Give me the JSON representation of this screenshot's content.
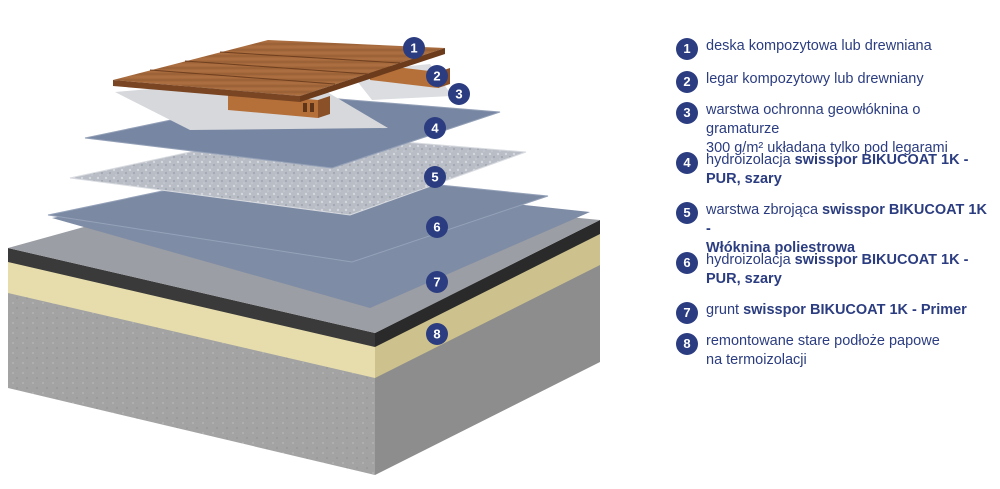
{
  "colors": {
    "accent": "#2b3d80",
    "text": "#2b3d80",
    "membrane_gray": "#7b8aa3",
    "fleece": "#b8bcc4",
    "wood": "#a56a3d",
    "insulation": "#e8dfae",
    "concrete": "#a6a6a6"
  },
  "illustration": {
    "badges": [
      "1",
      "2",
      "3",
      "4",
      "5",
      "6",
      "7",
      "8"
    ]
  },
  "legend": {
    "items": [
      {
        "number": "1",
        "lines": [
          {
            "segments": [
              {
                "text": "deska kompozytowa lub drewniana",
                "bold": false
              }
            ]
          }
        ]
      },
      {
        "number": "2",
        "lines": [
          {
            "segments": [
              {
                "text": "legar kompozytowy lub drewniany",
                "bold": false
              }
            ]
          }
        ]
      },
      {
        "number": "3",
        "lines": [
          {
            "segments": [
              {
                "text": "warstwa ochronna geowłóknina o gramaturze",
                "bold": false
              }
            ]
          },
          {
            "segments": [
              {
                "text": "300 g/m² układana tylko pod legarami",
                "bold": false
              }
            ]
          }
        ]
      },
      {
        "number": "4",
        "lines": [
          {
            "segments": [
              {
                "text": "hydroizolacja ",
                "bold": false
              },
              {
                "text": "swisspor BIKUCOAT 1K -",
                "bold": true
              }
            ]
          },
          {
            "segments": [
              {
                "text": "PUR, szary",
                "bold": true
              }
            ]
          }
        ]
      },
      {
        "number": "5",
        "lines": [
          {
            "segments": [
              {
                "text": "warstwa zbrojąca ",
                "bold": false
              },
              {
                "text": "swisspor BIKUCOAT 1K -",
                "bold": true
              }
            ]
          },
          {
            "segments": [
              {
                "text": "Włóknina poliestrowa",
                "bold": true
              }
            ]
          }
        ]
      },
      {
        "number": "6",
        "lines": [
          {
            "segments": [
              {
                "text": "hydroizolacja ",
                "bold": false
              },
              {
                "text": "swisspor BIKUCOAT 1K -",
                "bold": true
              }
            ]
          },
          {
            "segments": [
              {
                "text": "PUR, szary",
                "bold": true
              }
            ]
          }
        ]
      },
      {
        "number": "7",
        "lines": [
          {
            "segments": [
              {
                "text": "grunt ",
                "bold": false
              },
              {
                "text": "swisspor BIKUCOAT 1K - Primer",
                "bold": true
              }
            ]
          }
        ]
      },
      {
        "number": "8",
        "lines": [
          {
            "segments": [
              {
                "text": "remontowane stare podłoże papowe",
                "bold": false
              }
            ]
          },
          {
            "segments": [
              {
                "text": "na termoizolacji",
                "bold": false
              }
            ]
          }
        ]
      }
    ]
  }
}
